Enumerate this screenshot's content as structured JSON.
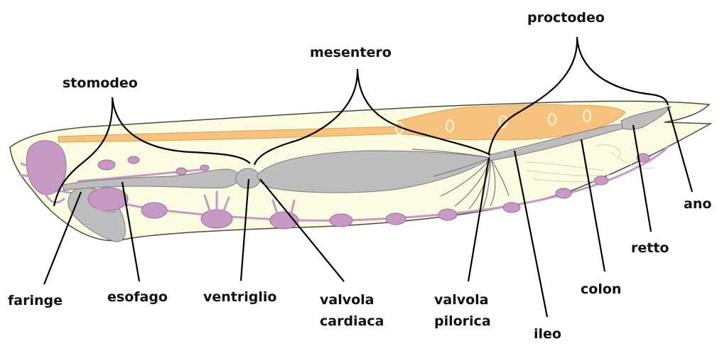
{
  "labels": {
    "stomodeo": "stomodeo",
    "mesentero": "mesentero",
    "proctodeo": "proctodeo",
    "faringe": "faringe",
    "esofago": "esofago",
    "ventriglio": "ventriglio",
    "valvola_cardiaca": [
      "valvola",
      "cardiaca"
    ],
    "valvola_pilorica": [
      "valvola",
      "pilorica"
    ],
    "ileo": "ileo",
    "colon": "colon",
    "retto": "retto",
    "ano": "ano"
  },
  "colors": {
    "body_fill": "#fbfbe2",
    "body_outline": "#4a4a3a",
    "gut_fill": "#bdbdbd",
    "gut_outline": "#7a7a7a",
    "nerve": "#c79ac5",
    "nerve_outline": "#9d6a9b",
    "heart": "#f6c27d",
    "heart_outline": "#e0a050",
    "leader": "#000000"
  }
}
